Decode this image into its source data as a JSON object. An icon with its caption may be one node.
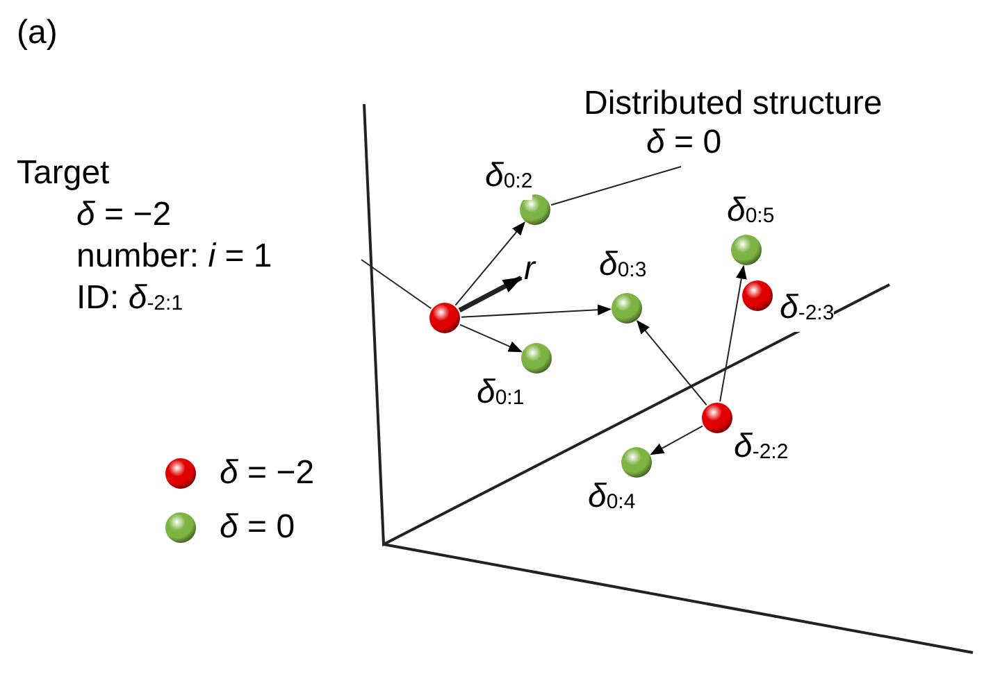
{
  "diagram": {
    "nodes": [
      {
        "text": [
          "Target",
          "*δ* = −2",
          "number: *i* = 1",
          "ID: *δ*$_{-2:1}$"
        ]
      },
      {
        "text": [
          "Distributed structure",
          "*δ* = 0"
        ]
      },
      {
        "text": [],
        "shape": "circle"
      },
      {
        "text": [],
        "shape": "circle",
        "beside": [
          "*δ*$_{0:2}$"
        ]
      },
      {
        "text": [],
        "shape": "circle",
        "beside": [
          "*δ*$_{0:3}$"
        ]
      },
      {
        "text": [],
        "shape": "circle",
        "beside": [
          "*δ*$_{0:1}$"
        ]
      },
      {
        "text": [],
        "shape": "circle",
        "beside": [
          "*δ*$_{0:5}$"
        ]
      },
      {
        "text": [],
        "shape": "circle",
        "beside": [
          "*δ*$_{-2:3}$"
        ]
      },
      {
        "text": [],
        "shape": "circle",
        "beside": [
          "*δ*$_{-2:2}$"
        ]
      },
      {
        "text": [],
        "shape": "circle",
        "beside": [
          "*δ*$_{0:4}$"
        ]
      }
    ],
    "edges": [
      {
        "from": 0,
        "to": 2,
        "arrow": "none"
      },
      {
        "from": 1,
        "to": 3,
        "arrow": "none"
      },
      {
        "from": 2,
        "to": 3,
        "arrow": "to"
      },
      {
        "from": 2,
        "to": 4,
        "arrow": "to"
      },
      {
        "from": 2,
        "to": 5,
        "arrow": "to"
      },
      {
        "from": 2,
        "to": null,
        "arrow": "to",
        "style": "thick",
        "label": "r"
      },
      {
        "from": 8,
        "to": 4,
        "arrow": "to"
      },
      {
        "from": 8,
        "to": 6,
        "arrow": "to"
      },
      {
        "from": 8,
        "to": 9,
        "arrow": "to"
      }
    ],
    "labels": [
      "(a)"
    ],
    "legend": [
      {
        "text": "*δ* = −2",
        "color": "#e00000"
      },
      {
        "text": "*δ* = 0",
        "color": "#7cb342"
      }
    ]
  }
}
